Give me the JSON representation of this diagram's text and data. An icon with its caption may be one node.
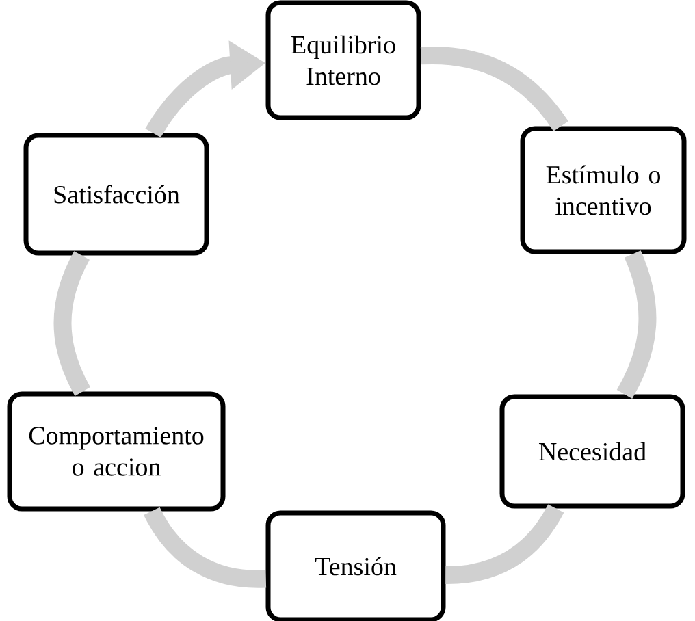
{
  "diagram": {
    "nodes": [
      {
        "text": [
          "Equilibrio Interno"
        ]
      },
      {
        "text": [
          "Estímulo o incentivo"
        ]
      },
      {
        "text": [
          "Necesidad"
        ]
      },
      {
        "text": [
          "Tensión"
        ]
      },
      {
        "text": [
          "Comportamiento o accion"
        ]
      },
      {
        "text": [
          "Satisfacción"
        ]
      }
    ],
    "edges": [
      {
        "from": 0,
        "to": 1,
        "arrow": "none"
      },
      {
        "from": 1,
        "to": 2,
        "arrow": "none"
      },
      {
        "from": 2,
        "to": 3,
        "arrow": "none"
      },
      {
        "from": 3,
        "to": 4,
        "arrow": "none"
      },
      {
        "from": 4,
        "to": 5,
        "arrow": "none"
      },
      {
        "from": 5,
        "to": 0,
        "arrow": "to"
      }
    ]
  }
}
